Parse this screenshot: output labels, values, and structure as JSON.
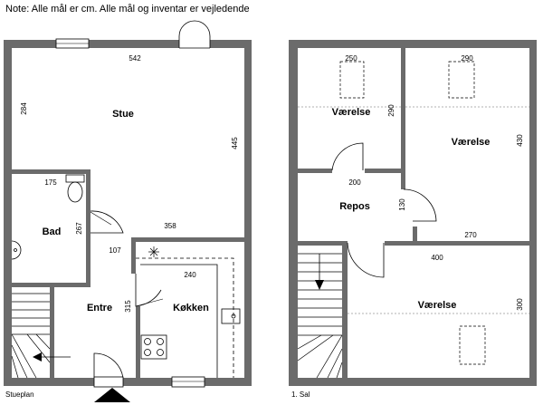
{
  "note": "Note: Alle mål er cm. Alle mål og inventar er vejledende",
  "captions": {
    "ground": "Stueplan",
    "first": "1. Sal"
  },
  "rooms": {
    "stue": "Stue",
    "bad": "Bad",
    "entre": "Entre",
    "kokken": "Køkken",
    "repos": "Repos",
    "vaerelse_1": "Værelse",
    "vaerelse_2": "Værelse",
    "vaerelse_3": "Værelse"
  },
  "dimensions": {
    "stue_width": "542",
    "stue_height": "445",
    "stue_left": "284",
    "bad_width": "175",
    "bad_height": "267",
    "hall_width": "358",
    "entre_width": "107",
    "entre_height": "315",
    "kokken_width": "240",
    "v1_width": "250",
    "v1_height": "290",
    "v2_width": "290",
    "v2_height": "430",
    "repos_width": "200",
    "repos_height": "130",
    "corridor_width": "270",
    "v3_width": "400",
    "v3_height": "300"
  },
  "colors": {
    "wall": "#6b6b6b",
    "line": "#000000",
    "guide": "#999999"
  }
}
